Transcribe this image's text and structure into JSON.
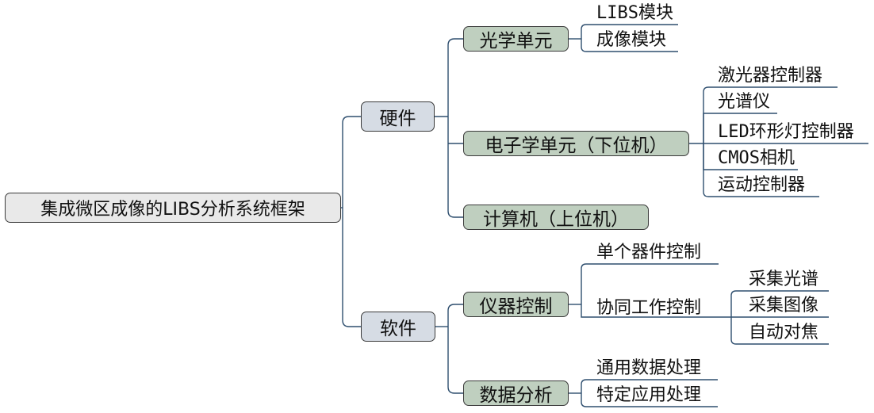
{
  "root": "集成微区成像的LIBS分析系统框架",
  "hardware": {
    "label": "硬件",
    "optical": {
      "label": "光学单元",
      "children": [
        "LIBS模块",
        "成像模块"
      ]
    },
    "electronic": {
      "label": "电子学单元（下位机）",
      "children": [
        "激光器控制器",
        "光谱仪",
        "LED环形灯控制器",
        "CMOS相机",
        "运动控制器"
      ]
    },
    "computer": {
      "label": "计算机（上位机）"
    }
  },
  "software": {
    "label": "软件",
    "instrument": {
      "label": "仪器控制",
      "single": "单个器件控制",
      "coop": {
        "label": "协同工作控制",
        "children": [
          "采集光谱",
          "采集图像",
          "自动对焦"
        ]
      }
    },
    "analysis": {
      "label": "数据分析",
      "children": [
        "通用数据处理",
        "特定应用处理"
      ]
    }
  }
}
